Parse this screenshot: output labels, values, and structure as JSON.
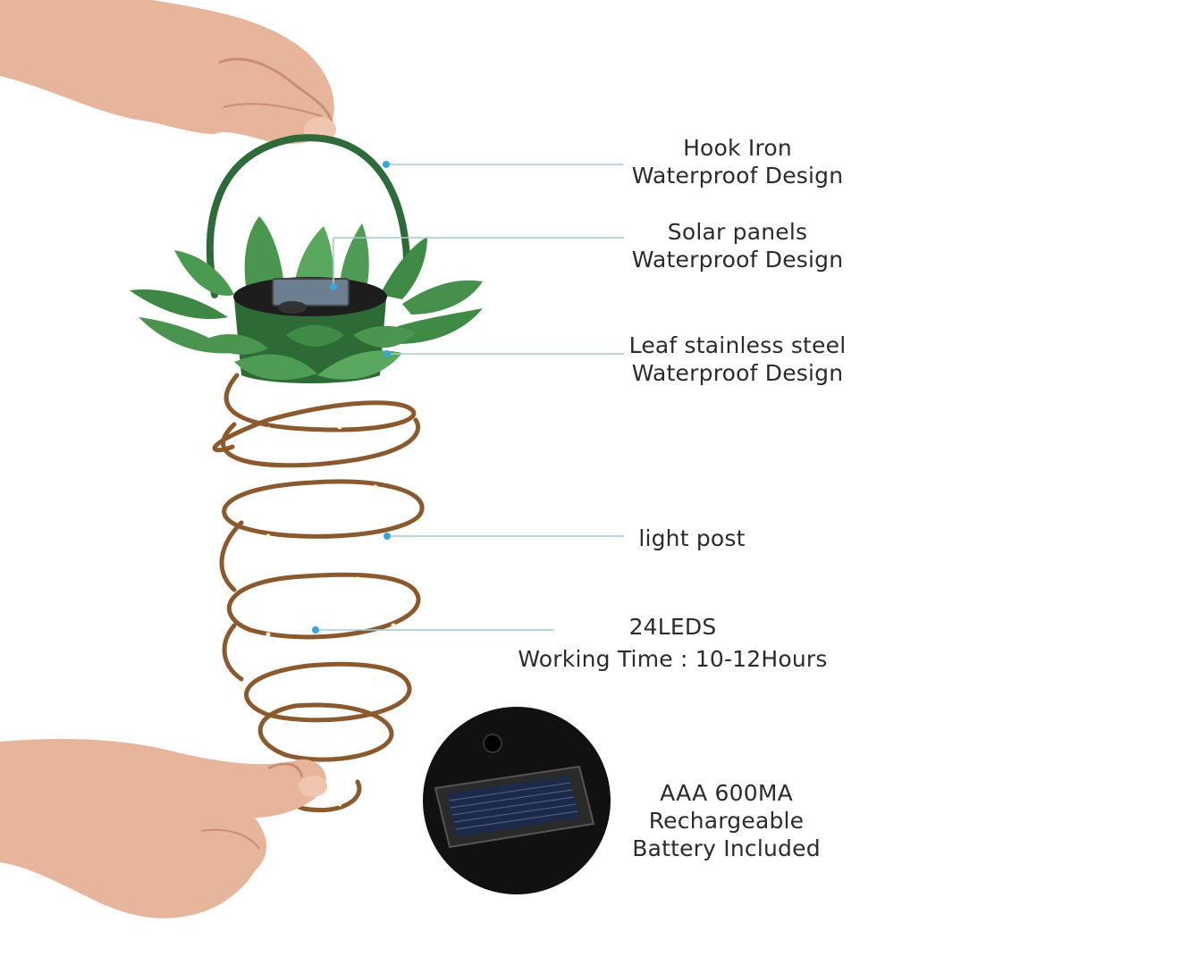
{
  "colors": {
    "background": "#ffffff",
    "leader_line": "#a8c9cf",
    "leader_dot": "#3aa6d8",
    "leaf_green": "#3f8f45",
    "handle_green": "#2f6b3a",
    "copper_wire": "#8a5a2e",
    "skin": "#e8b49a"
  },
  "callouts": [
    {
      "id": "hook",
      "line1": "Hook Iron",
      "line2": "Waterproof Design"
    },
    {
      "id": "solar",
      "line1": "Solar panels",
      "line2": "Waterproof Design"
    },
    {
      "id": "leaf",
      "line1": "Leaf stainless steel",
      "line2": "Waterproof Design"
    },
    {
      "id": "post",
      "line1": "light post",
      "line2": ""
    },
    {
      "id": "leds",
      "line1": "24LEDS",
      "line2": "Working Time : 10-12Hours"
    },
    {
      "id": "battery",
      "line1": "AAA 600MA",
      "line2": "Rechargeable",
      "line3": "Battery Included"
    }
  ],
  "icons": [
    "hand-top",
    "pineapple-lantern",
    "solar-panel-inset",
    "hand-bottom"
  ]
}
